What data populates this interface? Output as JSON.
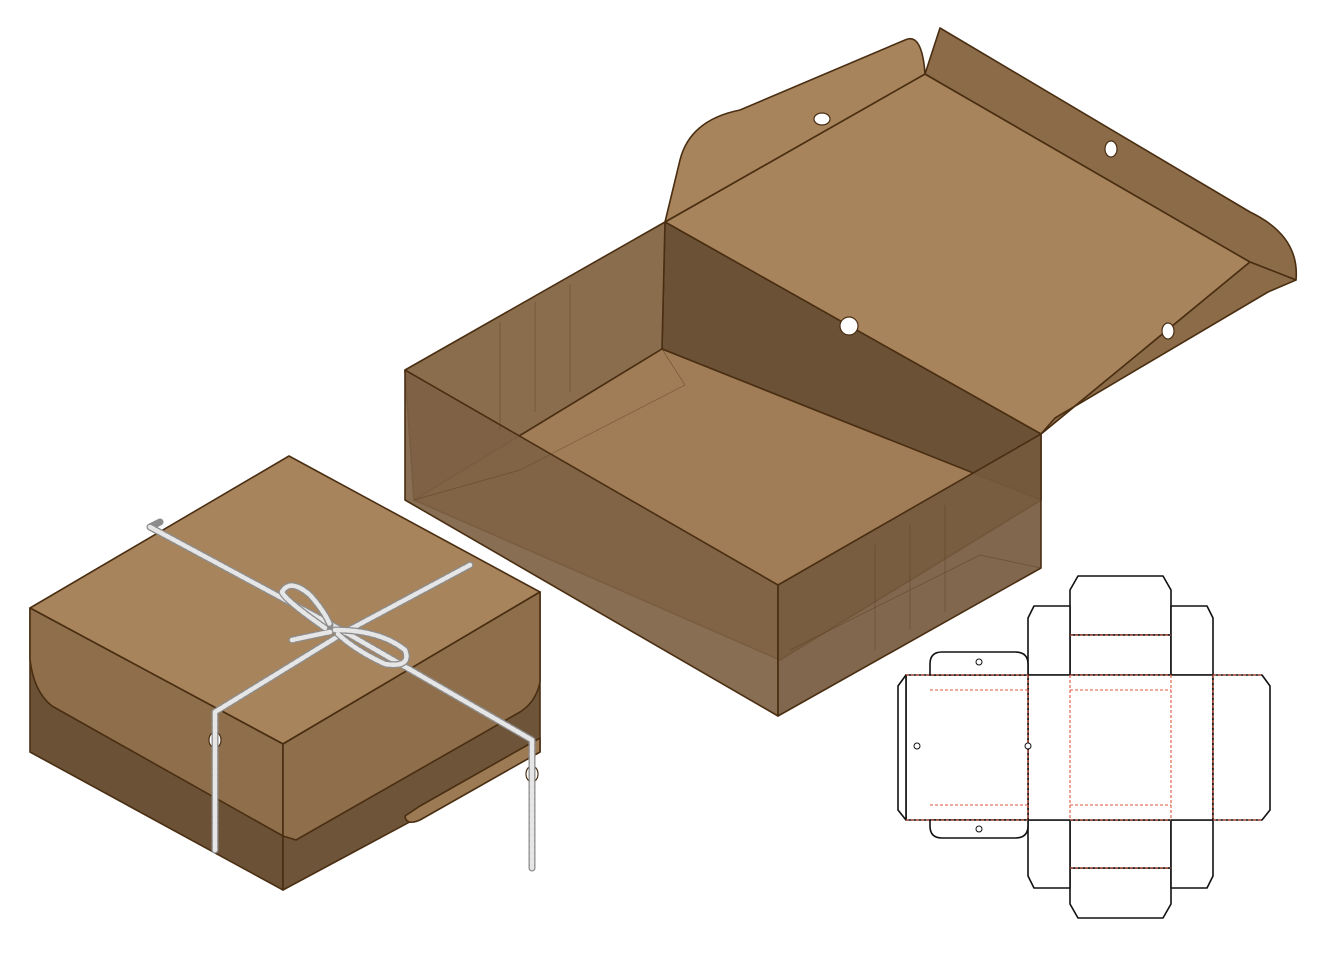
{
  "colors": {
    "kraft_light": "#a8845c",
    "kraft_dark": "#6b5136",
    "kraft_mid": "#7e6244",
    "outline": "#4a2e12",
    "rope": "#d9d9d9",
    "dieline_cut": "#111111",
    "dieline_fold": "#e0563e"
  },
  "illustrations": {
    "closed_box": {
      "tied_with": "twine-bow",
      "icon": "closed-box"
    },
    "open_box": {
      "state": "lid-open",
      "icon": "open-box"
    },
    "dieline": {
      "icon": "dieline-template"
    }
  }
}
